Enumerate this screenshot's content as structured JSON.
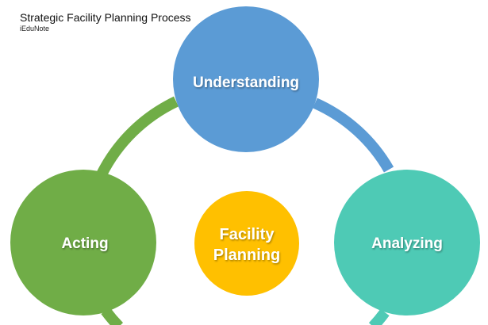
{
  "header": {
    "title": "Strategic Facility Planning Process",
    "subtitle": "iEduNote"
  },
  "diagram": {
    "nodes": [
      {
        "key": "understanding",
        "label": "Understanding",
        "color": "#5b9bd5"
      },
      {
        "key": "analyzing",
        "label": "Analyzing",
        "color": "#4ecab5"
      },
      {
        "key": "acting",
        "label": "Acting",
        "color": "#70ad47"
      }
    ],
    "center": {
      "label_line1": "Facility",
      "label_line2": "Planning",
      "color": "#ffc000"
    },
    "connectors": [
      {
        "from": "understanding",
        "to": "analyzing",
        "color": "#5b9bd5"
      },
      {
        "from": "analyzing",
        "to": "acting",
        "color": "#4ecab5"
      },
      {
        "from": "acting",
        "to": "understanding",
        "color": "#70ad47"
      }
    ]
  }
}
